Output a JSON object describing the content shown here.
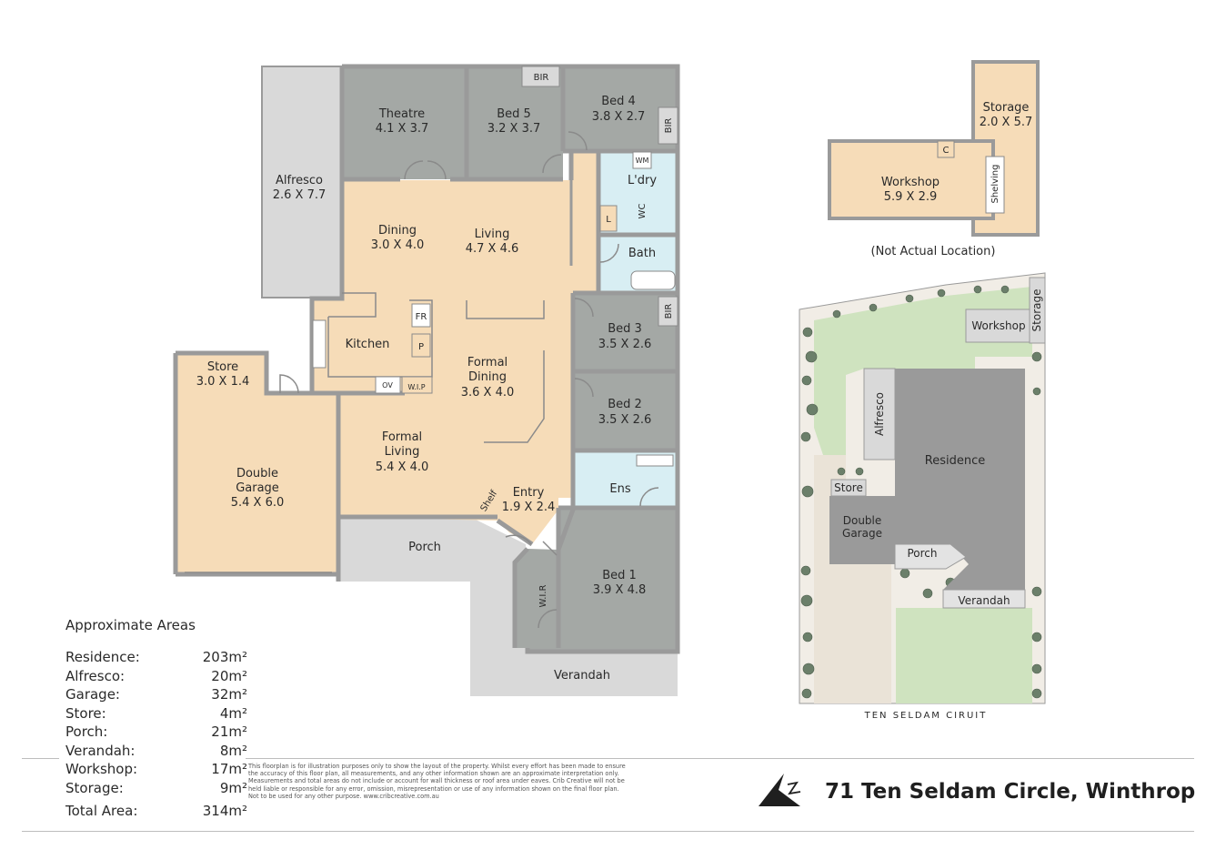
{
  "rooms": {
    "alfresco": {
      "name": "Alfresco",
      "dim": "2.6 X 7.7"
    },
    "theatre": {
      "name": "Theatre",
      "dim": "4.1 X 3.7"
    },
    "bed5": {
      "name": "Bed 5",
      "dim": "3.2 X 3.7"
    },
    "bed4": {
      "name": "Bed 4",
      "dim": "3.8 X 2.7"
    },
    "dining": {
      "name": "Dining",
      "dim": "3.0 X 4.0"
    },
    "living": {
      "name": "Living",
      "dim": "4.7 X 4.6"
    },
    "kitchen": {
      "name": "Kitchen"
    },
    "formal_dining": {
      "name": "Formal",
      "name2": "Dining",
      "dim": "3.6 X 4.0"
    },
    "formal_living": {
      "name": "Formal",
      "name2": "Living",
      "dim": "5.4 X 4.0"
    },
    "store": {
      "name": "Store",
      "dim": "3.0 X 1.4"
    },
    "garage": {
      "name": "Double",
      "name2": "Garage",
      "dim": "5.4 X 6.0"
    },
    "bed3": {
      "name": "Bed 3",
      "dim": "3.5 X 2.6"
    },
    "bed2": {
      "name": "Bed 2",
      "dim": "3.5 X 2.6"
    },
    "entry": {
      "name": "Entry",
      "dim": "1.9 X 2.4"
    },
    "bed1": {
      "name": "Bed 1",
      "dim": "3.9 X 4.8"
    },
    "laundry": {
      "name": "L'dry"
    },
    "bath": {
      "name": "Bath"
    },
    "ens": {
      "name": "Ens"
    },
    "porch": {
      "name": "Porch"
    },
    "verandah": {
      "name": "Verandah"
    },
    "workshop": {
      "name": "Workshop",
      "dim": "5.9 X 2.9"
    },
    "storage": {
      "name": "Storage",
      "dim": "2.0 X 5.7"
    }
  },
  "fixtures": {
    "bir": "BIR",
    "fr": "FR",
    "p": "P",
    "ov": "OV",
    "wip": "W.I.P",
    "wir": "W.I.R",
    "shelf": "Shelf",
    "wc": "WC",
    "wm": "WM",
    "l": "L",
    "c": "C",
    "shelving": "Shelving"
  },
  "not_actual_location": "(Not Actual Location)",
  "site_plan": {
    "workshop": "Workshop",
    "storage": "Storage",
    "alfresco": "Alfresco",
    "residence": "Residence",
    "store": "Store",
    "double": "Double",
    "garage": "Garage",
    "porch": "Porch",
    "verandah": "Verandah",
    "street": "TEN SELDAM CIRUIT"
  },
  "areas": {
    "heading": "Approximate Areas",
    "rows": [
      {
        "label": "Residence:",
        "value": "203m²"
      },
      {
        "label": "Alfresco:",
        "value": "20m²"
      },
      {
        "label": "Garage:",
        "value": "32m²"
      },
      {
        "label": "Store:",
        "value": "4m²"
      },
      {
        "label": "Porch:",
        "value": "21m²"
      },
      {
        "label": "Verandah:",
        "value": "8m²"
      },
      {
        "label": "Workshop:",
        "value": "17m²"
      },
      {
        "label": "Storage:",
        "value": "9m²"
      }
    ],
    "total_label": "Total Area:",
    "total_value": "314m²"
  },
  "disclaimer": "This floorplan is for illustration purposes only to show the layout of the property. Whilst every effort has been made to ensure the accuracy of this floor plan, all measurements, and any other information shown are an approximate interpretation only. Measurements and total areas do not include or account for wall thickness or roof area under eaves. Crib Creative will not be held liable or responsible for any error, omission, misrepresentation or use of any information shown on the final floor plan. Not to be used for any other purpose. www.cribcreative.com.au",
  "address": "71 Ten Seldam Circle, Winthrop",
  "colors": {
    "bedroom_grey": "#a4a8a5",
    "living_peach": "#f6dcb8",
    "outdoor_grey": "#d9d9d9",
    "wet_blue": "#d8eef3",
    "lawn_green": "#cfe3bf",
    "wall": "#9a9a9a",
    "site_building": "#9a9a9a"
  }
}
